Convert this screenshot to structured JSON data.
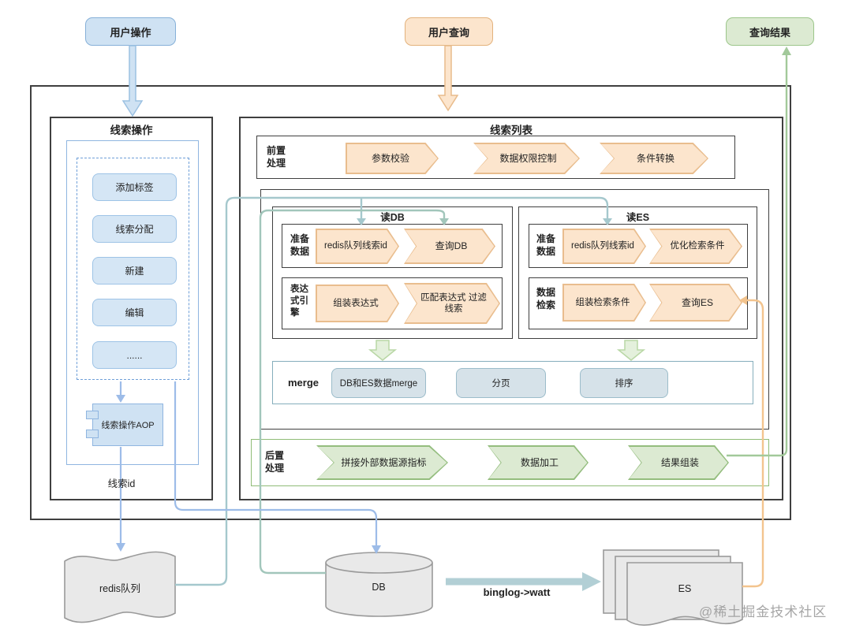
{
  "top": {
    "user_action": "用户操作",
    "user_query": "用户查询",
    "query_result": "查询结果"
  },
  "clue_ops": {
    "title": "线索操作",
    "buttons": [
      "添加标签",
      "线索分配",
      "新建",
      "编辑",
      "......"
    ],
    "aop": "线索操作AOP",
    "clue_id_label": "线索id"
  },
  "clue_list": {
    "title": "线索列表",
    "pre": {
      "label": "前置\n处理",
      "steps": [
        "参数校验",
        "数据权限控制",
        "条件转换"
      ]
    },
    "read_db": {
      "title": "读DB",
      "prepare": {
        "label": "准备\n数据",
        "steps": [
          "redis队列线索id",
          "查询DB"
        ]
      },
      "expr": {
        "label": "表达\n式引\n擎",
        "steps": [
          "组装表达式",
          "匹配表达式 过滤线索"
        ]
      }
    },
    "read_es": {
      "title": "读ES",
      "prepare": {
        "label": "准备\n数据",
        "steps": [
          "redis队列线索id",
          "优化检索条件"
        ]
      },
      "retrieve": {
        "label": "数据\n检索",
        "steps": [
          "组装检索条件",
          "查询ES"
        ]
      }
    },
    "merge": {
      "label": "merge",
      "items": [
        "DB和ES数据merge",
        "分页",
        "排序"
      ]
    },
    "post": {
      "label": "后置\n处理",
      "steps": [
        "拼接外部数据源指标",
        "数据加工",
        "结果组装"
      ]
    }
  },
  "datastores": {
    "redis": "redis队列",
    "db": "DB",
    "es": "ES",
    "binlog_label": "binglog->watt"
  },
  "watermark": "@稀土掘金技术社区",
  "colors": {
    "blue_fill": "#d5e6f5",
    "blue_border": "#9dc3e6",
    "orange_fill": "#fce5cd",
    "orange_border": "#e9bd8e",
    "green_fill": "#dcead2",
    "green_border": "#94bd7e",
    "teal_fill": "#d6e2e9",
    "teal_border": "#9bbcca",
    "gray_fill": "#e9e9e9",
    "gray_border": "#9a9a9a",
    "line_blue": "#9dbce8",
    "line_teal": "#a5c8cd",
    "line_green": "#a2c99a",
    "line_orange": "#f3c48e"
  }
}
